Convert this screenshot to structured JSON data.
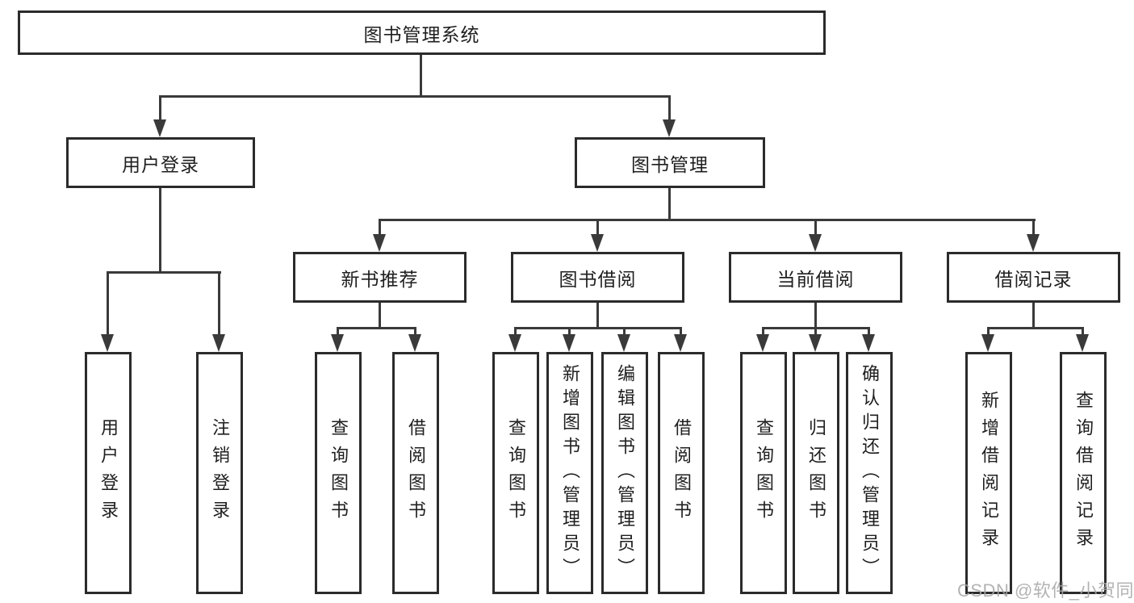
{
  "colors": {
    "line": "#3a3a3a",
    "border": "#2b2b2b",
    "text": "#1f1f1f",
    "watermark": "#a6a6a6",
    "background": "#ffffff"
  },
  "watermark": {
    "text": "CSDN @软件_小贺同学"
  },
  "tree": {
    "root": {
      "label": "图书管理系统"
    },
    "login_branch": {
      "label": "用户登录",
      "children": [
        "用户登录",
        "注销登录"
      ]
    },
    "management_branch": {
      "label": "图书管理",
      "groups": [
        {
          "label": "新书推荐",
          "children": [
            "查询图书",
            "借阅图书"
          ]
        },
        {
          "label": "图书借阅",
          "children": [
            "查询图书",
            "新增图书（管理员）",
            "编辑图书（管理员）",
            "借阅图书"
          ]
        },
        {
          "label": "当前借阅",
          "children": [
            "查询图书",
            "归还图书",
            "确认归还（管理员）"
          ]
        },
        {
          "label": "借阅记录",
          "children": [
            "新增借阅记录",
            "查询借阅记录"
          ]
        }
      ]
    }
  }
}
